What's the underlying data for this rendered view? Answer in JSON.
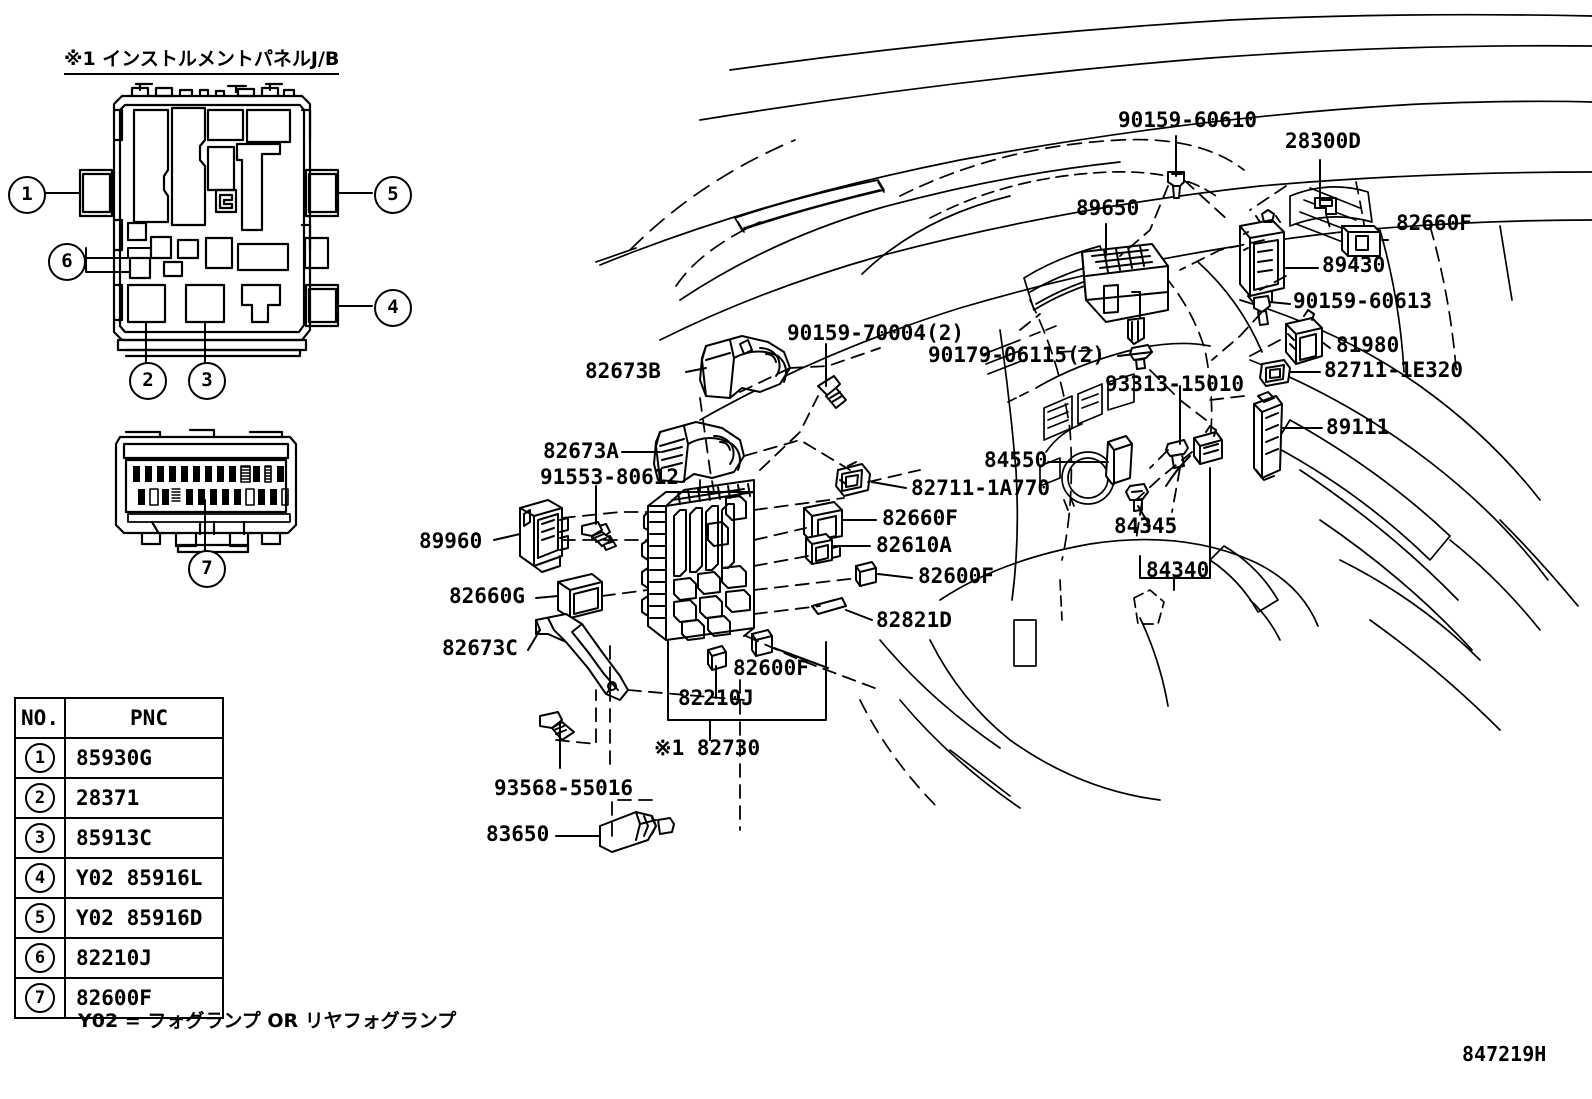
{
  "diagram": {
    "title_note": "※1 インストルメントパネルJ/B",
    "footnote": "Y02 = フォグランプ  OR  リヤフォグランプ",
    "diagram_code": "847219H"
  },
  "pnc_table": {
    "headers": [
      "NO.",
      "PNC"
    ],
    "rows": [
      {
        "no": "1",
        "pnc": "85930G"
      },
      {
        "no": "2",
        "pnc": "28371"
      },
      {
        "no": "3",
        "pnc": "85913C"
      },
      {
        "no": "4",
        "pnc": "Y02 85916L"
      },
      {
        "no": "5",
        "pnc": "Y02 85916D"
      },
      {
        "no": "6",
        "pnc": "82210J"
      },
      {
        "no": "7",
        "pnc": "82600F"
      }
    ]
  },
  "jb_callouts": [
    {
      "id": "1",
      "label": "1"
    },
    {
      "id": "2",
      "label": "2"
    },
    {
      "id": "3",
      "label": "3"
    },
    {
      "id": "4",
      "label": "4"
    },
    {
      "id": "5",
      "label": "5"
    },
    {
      "id": "6",
      "label": "6"
    },
    {
      "id": "7",
      "label": "7"
    }
  ],
  "part_labels": [
    {
      "key": "p90159_60610",
      "text": "90159-60610"
    },
    {
      "key": "p28300D",
      "text": "28300D"
    },
    {
      "key": "p82660F_tr",
      "text": "82660F"
    },
    {
      "key": "p89650",
      "text": "89650"
    },
    {
      "key": "p89430",
      "text": "89430"
    },
    {
      "key": "p90159_60613",
      "text": "90159-60613"
    },
    {
      "key": "p81980",
      "text": "81980"
    },
    {
      "key": "p82711_1E320",
      "text": "82711-1E320"
    },
    {
      "key": "p89111",
      "text": "89111"
    },
    {
      "key": "p93313_15010",
      "text": "93313-15010"
    },
    {
      "key": "p90179_06115",
      "text": "90179-06115(2)"
    },
    {
      "key": "p90159_70004",
      "text": "90159-70004(2)"
    },
    {
      "key": "p82673B",
      "text": "82673B"
    },
    {
      "key": "p82673A",
      "text": "82673A"
    },
    {
      "key": "p91553_80612",
      "text": "91553-80612"
    },
    {
      "key": "p82711_1A770",
      "text": "82711-1A770"
    },
    {
      "key": "p84550",
      "text": "84550"
    },
    {
      "key": "p84345",
      "text": "84345"
    },
    {
      "key": "p84340",
      "text": "84340"
    },
    {
      "key": "p89960",
      "text": "89960"
    },
    {
      "key": "p82660G",
      "text": "82660G"
    },
    {
      "key": "p82673C",
      "text": "82673C"
    },
    {
      "key": "p82660F_mid",
      "text": "82660F"
    },
    {
      "key": "p82610A",
      "text": "82610A"
    },
    {
      "key": "p82600F_mid",
      "text": "82600F"
    },
    {
      "key": "p82821D",
      "text": "82821D"
    },
    {
      "key": "p82600F_low",
      "text": "82600F"
    },
    {
      "key": "p82210J",
      "text": "82210J"
    },
    {
      "key": "p82730",
      "text": "※1 82730"
    },
    {
      "key": "p93568_55016",
      "text": "93568-55016"
    },
    {
      "key": "p83650",
      "text": "83650"
    }
  ],
  "colors": {
    "line": "#000000",
    "background": "#ffffff"
  }
}
